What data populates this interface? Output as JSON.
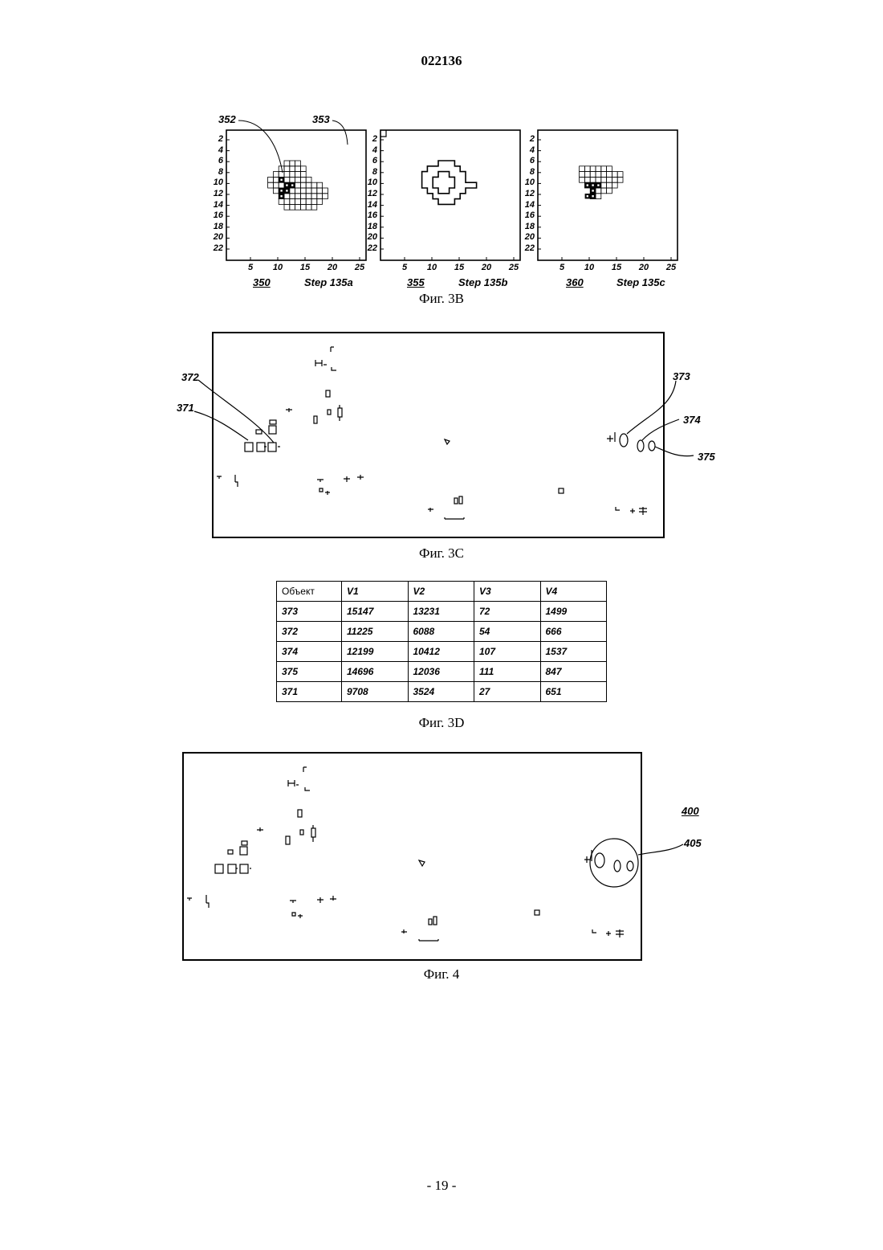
{
  "document": {
    "number": "022136",
    "page": "- 19 -"
  },
  "fig3b": {
    "caption": "Фиг. 3B",
    "y_ticks": [
      "2",
      "4",
      "6",
      "8",
      "10",
      "12",
      "14",
      "16",
      "18",
      "20",
      "22"
    ],
    "x_ticks": [
      "5",
      "10",
      "15",
      "20",
      "25"
    ],
    "panels": [
      {
        "ref": "350",
        "step": "Step 135a"
      },
      {
        "ref": "355",
        "step": "Step 135b"
      },
      {
        "ref": "360",
        "step": "Step 135c"
      }
    ],
    "callouts": {
      "a": "352",
      "b": "353"
    }
  },
  "fig3c": {
    "caption": "Фиг. 3C",
    "labels": {
      "l372": "372",
      "l371": "371",
      "l373": "373",
      "l374": "374",
      "l375": "375"
    }
  },
  "fig3d": {
    "caption": "Фиг. 3D",
    "headers": [
      "Объект",
      "V1",
      "V2",
      "V3",
      "V4"
    ],
    "rows": [
      [
        "373",
        "15147",
        "13231",
        "72",
        "1499"
      ],
      [
        "372",
        "11225",
        "6088",
        "54",
        "666"
      ],
      [
        "374",
        "12199",
        "10412",
        "107",
        "1537"
      ],
      [
        "375",
        "14696",
        "12036",
        "111",
        "847"
      ],
      [
        "371",
        "9708",
        "3524",
        "27",
        "651"
      ]
    ]
  },
  "fig4": {
    "caption": "Фиг. 4",
    "labels": {
      "l400": "400",
      "l405": "405"
    }
  }
}
